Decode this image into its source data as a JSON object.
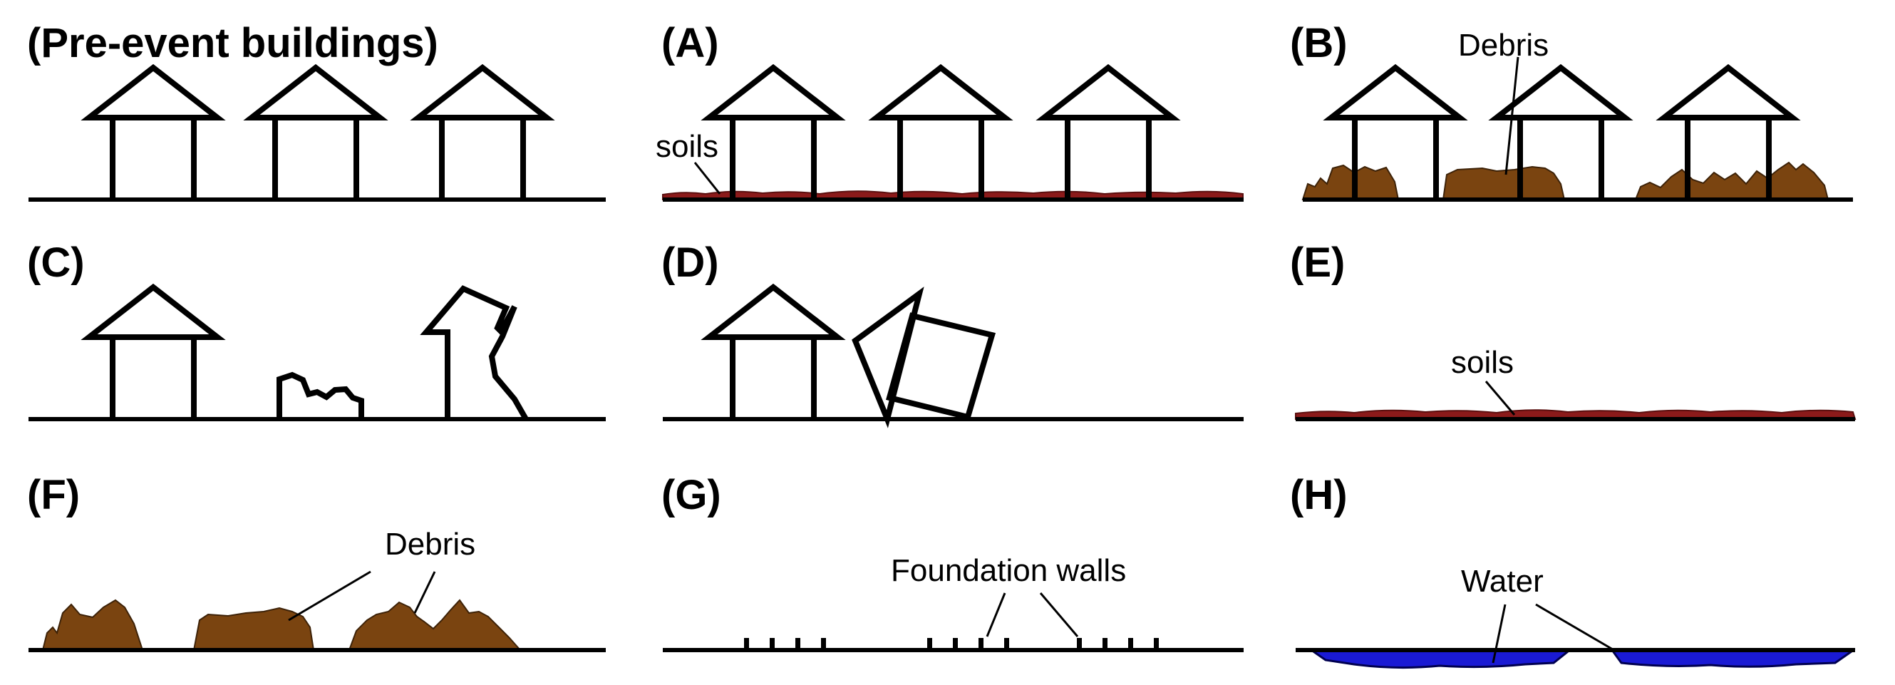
{
  "panels": {
    "pre": {
      "title": "(Pre-event buildings)"
    },
    "a": {
      "title": "(A)",
      "annotation": "soils"
    },
    "b": {
      "title": "(B)",
      "annotation": "Debris"
    },
    "c": {
      "title": "(C)"
    },
    "d": {
      "title": "(D)"
    },
    "e": {
      "title": "(E)",
      "annotation": "soils"
    },
    "f": {
      "title": "(F)",
      "annotation": "Debris"
    },
    "g": {
      "title": "(G)",
      "annotation": "Foundation walls"
    },
    "h": {
      "title": "(H)",
      "annotation": "Water"
    }
  },
  "colors": {
    "soil": "#8b1a1a",
    "debris": "#7a4410",
    "water": "#1a1ad4",
    "outline": "#000000"
  }
}
